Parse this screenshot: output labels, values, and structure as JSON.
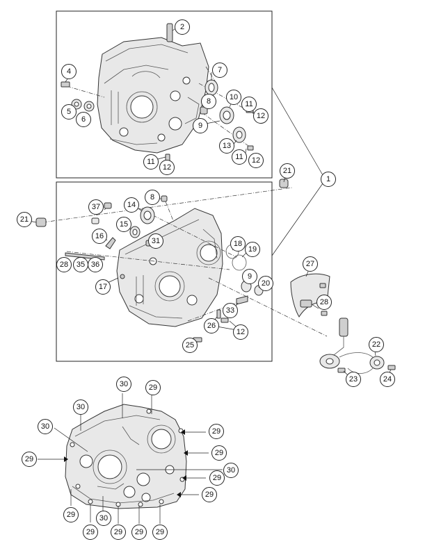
{
  "callouts": [
    {
      "id": "c2",
      "label": "2"
    },
    {
      "id": "c4",
      "label": "4"
    },
    {
      "id": "c5",
      "label": "5"
    },
    {
      "id": "c6",
      "label": "6"
    },
    {
      "id": "c7",
      "label": "7"
    },
    {
      "id": "c8a",
      "label": "8"
    },
    {
      "id": "c10",
      "label": "10"
    },
    {
      "id": "c11a",
      "label": "11"
    },
    {
      "id": "c12a",
      "label": "12"
    },
    {
      "id": "c9a",
      "label": "9"
    },
    {
      "id": "c13",
      "label": "13"
    },
    {
      "id": "c11b",
      "label": "11"
    },
    {
      "id": "c12b",
      "label": "12"
    },
    {
      "id": "c11c",
      "label": "11"
    },
    {
      "id": "c12c",
      "label": "12"
    },
    {
      "id": "c1",
      "label": "1"
    },
    {
      "id": "c21a",
      "label": "21"
    },
    {
      "id": "c21b",
      "label": "21"
    },
    {
      "id": "c8b",
      "label": "8"
    },
    {
      "id": "c37",
      "label": "37"
    },
    {
      "id": "c14",
      "label": "14"
    },
    {
      "id": "c15",
      "label": "15"
    },
    {
      "id": "c16",
      "label": "16"
    },
    {
      "id": "c31",
      "label": "31"
    },
    {
      "id": "c18",
      "label": "18"
    },
    {
      "id": "c19",
      "label": "19"
    },
    {
      "id": "c27",
      "label": "27"
    },
    {
      "id": "c28a",
      "label": "28"
    },
    {
      "id": "c35",
      "label": "35"
    },
    {
      "id": "c36",
      "label": "36"
    },
    {
      "id": "c17",
      "label": "17"
    },
    {
      "id": "c9b",
      "label": "9"
    },
    {
      "id": "c20",
      "label": "20"
    },
    {
      "id": "c28b",
      "label": "28"
    },
    {
      "id": "c33",
      "label": "33"
    },
    {
      "id": "c26",
      "label": "26"
    },
    {
      "id": "c12d",
      "label": "12"
    },
    {
      "id": "c25",
      "label": "25"
    },
    {
      "id": "c22",
      "label": "22"
    },
    {
      "id": "c23",
      "label": "23"
    },
    {
      "id": "c24",
      "label": "24"
    },
    {
      "id": "c30a",
      "label": "30"
    },
    {
      "id": "c29a",
      "label": "29"
    },
    {
      "id": "c30b",
      "label": "30"
    },
    {
      "id": "c30c",
      "label": "30"
    },
    {
      "id": "c29b",
      "label": "29"
    },
    {
      "id": "c29c",
      "label": "29"
    },
    {
      "id": "c29d",
      "label": "29"
    },
    {
      "id": "c30d",
      "label": "30"
    },
    {
      "id": "c29e",
      "label": "29"
    },
    {
      "id": "c29f",
      "label": "29"
    },
    {
      "id": "c29g",
      "label": "29"
    },
    {
      "id": "c30e",
      "label": "30"
    },
    {
      "id": "c29h",
      "label": "29"
    },
    {
      "id": "c29i",
      "label": "29"
    },
    {
      "id": "c29j",
      "label": "29"
    },
    {
      "id": "c29k",
      "label": "29"
    }
  ]
}
